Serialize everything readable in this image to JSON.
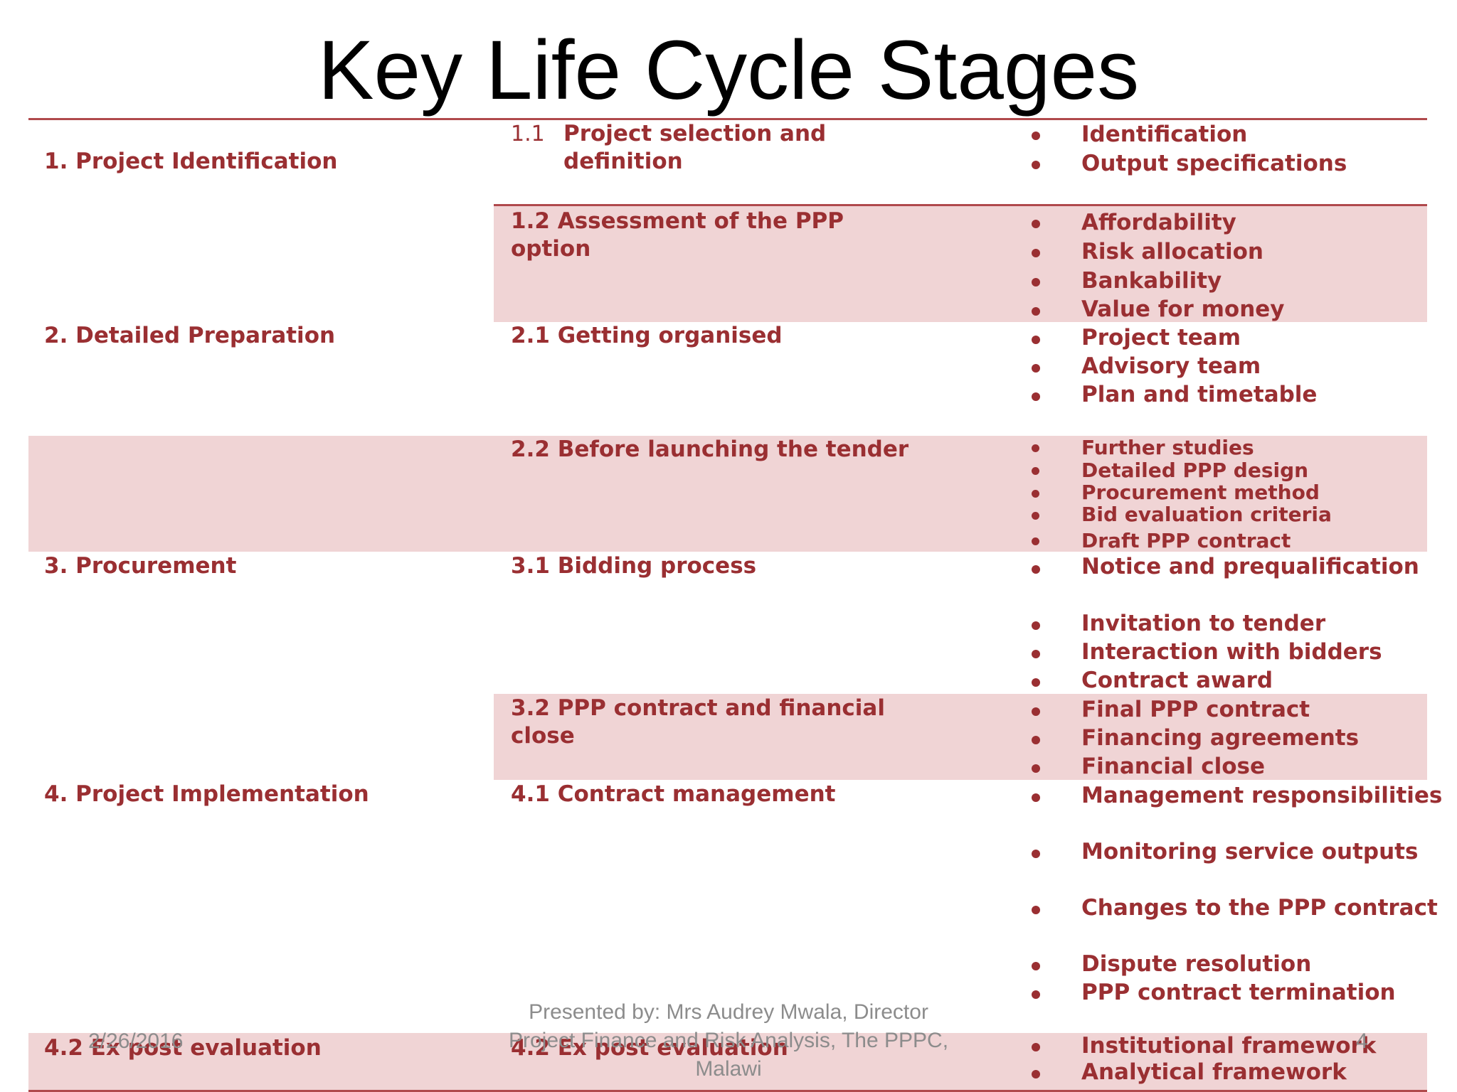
{
  "slide": {
    "title": "Key Life Cycle Stages",
    "colors": {
      "text": "#9a2f32",
      "band": "#f0d4d5",
      "rule": "#b0494c",
      "footer": "#8c8c8c"
    },
    "stages": [
      "1. Project Identification",
      "2. Detailed Preparation",
      "3. Procurement",
      "4. Project Implementation",
      "4.2 Ex post evaluation"
    ],
    "substages": {
      "s11_num": "1.1",
      "s11_text": "Project selection and definition",
      "s12": "1.2 Assessment of the PPP option",
      "s21": "2.1 Getting organised",
      "s22": "2.2 Before launching the tender",
      "s31": "3.1 Bidding process",
      "s32": "3.2 PPP contract and financial close",
      "s41": "4.1 Contract management",
      "s42": "4.2 Ex post evaluation"
    },
    "activities": {
      "s11": [
        "Identification",
        "Output specifications"
      ],
      "s12": [
        "Affordability",
        "Risk allocation",
        "Bankability",
        "Value for money"
      ],
      "s21": [
        "Project team",
        "Advisory team",
        "Plan and timetable"
      ],
      "s22": [
        "Further studies",
        "Detailed PPP design",
        "Procurement method",
        "Bid evaluation criteria",
        "Draft PPP contract"
      ],
      "s31": [
        "Notice and prequalification",
        "Invitation to tender",
        "Interaction with bidders",
        "Contract award"
      ],
      "s32": [
        "Final PPP contract",
        "Financing agreements",
        "Financial close"
      ],
      "s41": [
        "Management responsibilities",
        "Monitoring service outputs",
        "Changes to the PPP contract",
        "Dispute resolution",
        "PPP contract termination"
      ],
      "s42": [
        "Institutional framework",
        "Analytical framework"
      ]
    },
    "footer": {
      "date": "2/26/2016",
      "presenter": "Presented by: Mrs Audrey Mwala, Director Project Finance and Risk Analysis, The PPPC, Malawi",
      "page_number": "4"
    }
  }
}
